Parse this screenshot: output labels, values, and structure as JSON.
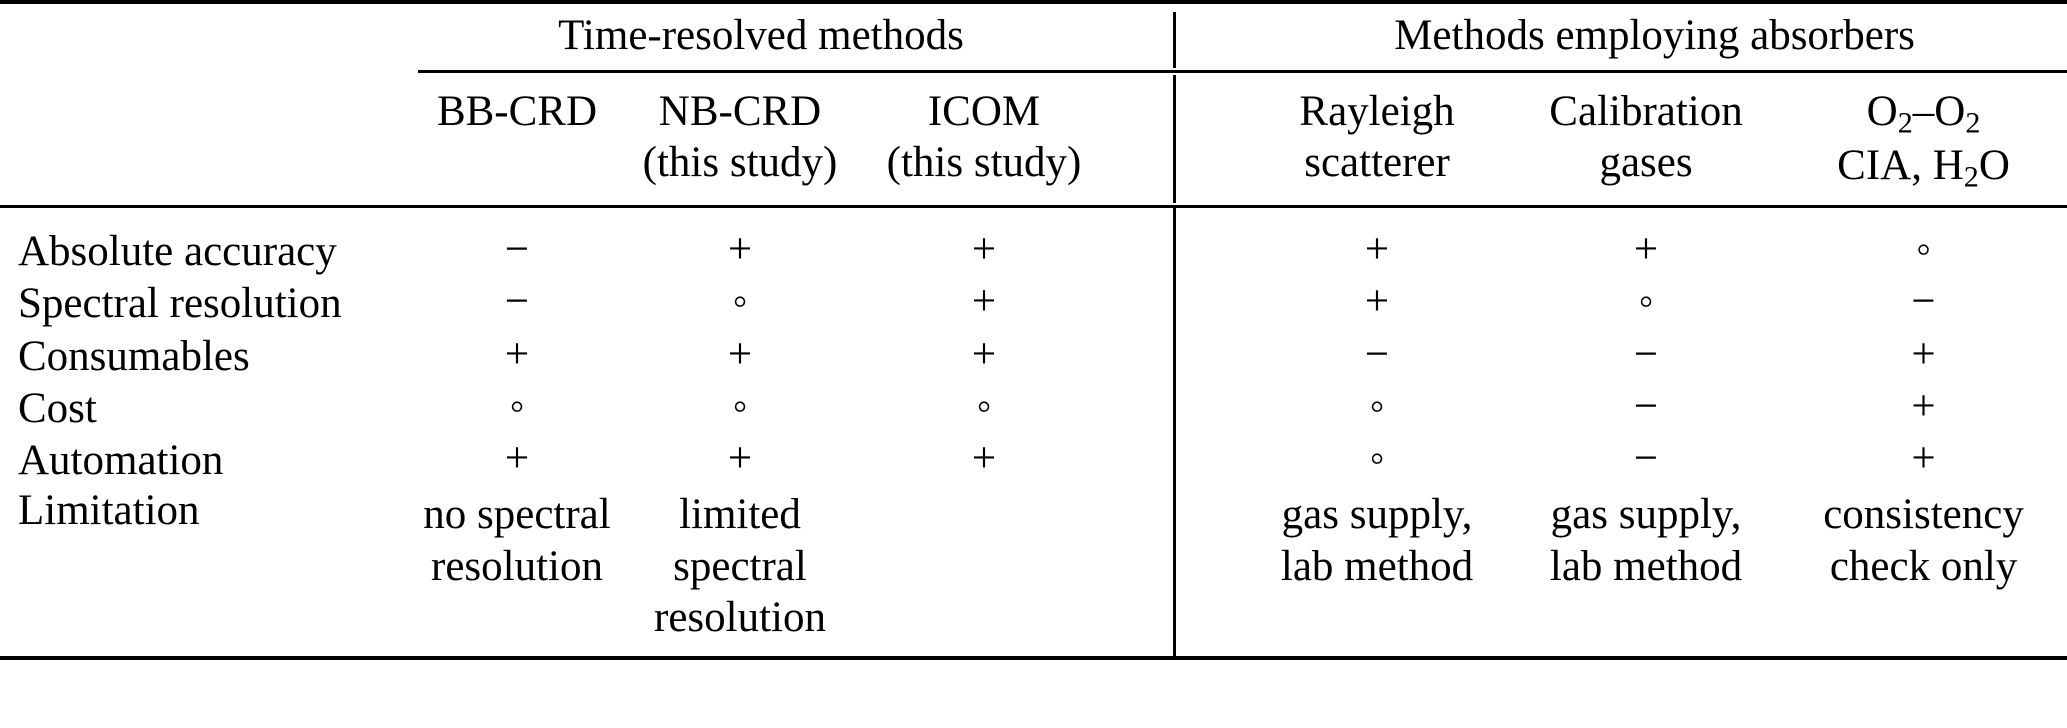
{
  "table": {
    "groups": [
      {
        "label": "Time-resolved methods",
        "span": 3
      },
      {
        "label": "Methods employing absorbers",
        "span": 3
      }
    ],
    "columns": [
      {
        "name": "BB-CRD",
        "title": "BB-CRD",
        "sub": ""
      },
      {
        "name": "NB-CRD",
        "title": "NB-CRD",
        "sub": "(this study)"
      },
      {
        "name": "ICOM",
        "title": "ICOM",
        "sub": "(this study)"
      },
      {
        "name": "Rayleigh",
        "title": "Rayleigh",
        "sub": "scatterer"
      },
      {
        "name": "Calib",
        "title": "Calibration",
        "sub": "gases"
      },
      {
        "name": "O2O2",
        "title_html": "O₂–O₂",
        "sub_html": "CIA, H₂O"
      }
    ],
    "rows": [
      {
        "label": "Absolute accuracy",
        "values": [
          "−",
          "+",
          "+",
          "+",
          "+",
          "◦"
        ]
      },
      {
        "label": "Spectral resolution",
        "values": [
          "−",
          "◦",
          "+",
          "+",
          "◦",
          "−"
        ]
      },
      {
        "label": "Consumables",
        "values": [
          "+",
          "+",
          "+",
          "−",
          "−",
          "+"
        ]
      },
      {
        "label": "Cost",
        "values": [
          "◦",
          "◦",
          "◦",
          "◦",
          "−",
          "+"
        ]
      },
      {
        "label": "Automation",
        "values": [
          "+",
          "+",
          "+",
          "◦",
          "−",
          "+"
        ]
      }
    ],
    "limitation_row": {
      "label": "Limitation",
      "cells": [
        [
          "no spectral",
          "resolution"
        ],
        [
          "limited",
          "spectral",
          "resolution"
        ],
        [],
        [
          "gas supply,",
          "lab method"
        ],
        [
          "gas supply,",
          "lab method"
        ],
        [
          "consistency",
          "check only"
        ]
      ]
    }
  }
}
